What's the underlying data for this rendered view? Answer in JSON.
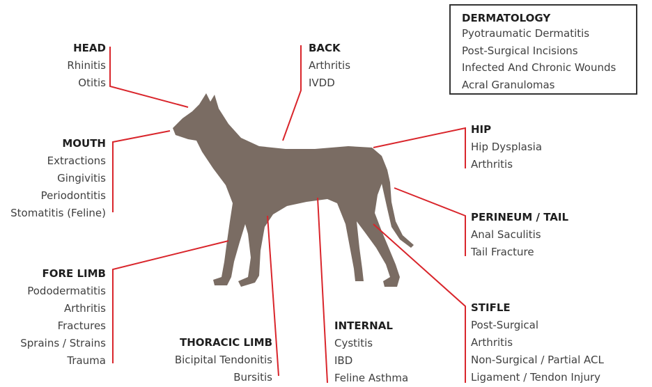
{
  "colors": {
    "dog": "#7a6c63",
    "leader_line": "#d9252b",
    "text": "#3f3f3f",
    "title": "#1e1e1e",
    "box_border": "#333333"
  },
  "groups": {
    "head": {
      "title": "HEAD",
      "items": [
        "Rhinitis",
        "Otitis"
      ]
    },
    "mouth": {
      "title": "MOUTH",
      "items": [
        "Extractions",
        "Gingivitis",
        "Periodontitis",
        "Stomatitis (Feline)"
      ]
    },
    "fore_limb": {
      "title": "FORE LIMB",
      "items": [
        "Pododermatitis",
        "Arthritis",
        "Fractures",
        "Sprains / Strains",
        "Trauma"
      ]
    },
    "thoracic_limb": {
      "title": "THORACIC LIMB",
      "items": [
        "Bicipital Tendonitis",
        "Bursitis"
      ]
    },
    "back": {
      "title": "BACK",
      "items": [
        "Arthritis",
        "IVDD"
      ]
    },
    "internal": {
      "title": "INTERNAL",
      "items": [
        "Cystitis",
        "IBD",
        "Feline Asthma"
      ]
    },
    "hip": {
      "title": "HIP",
      "items": [
        "Hip Dysplasia",
        "Arthritis"
      ]
    },
    "perineum_tail": {
      "title": "PERINEUM / TAIL",
      "items": [
        "Anal Saculitis",
        "Tail Fracture"
      ]
    },
    "stifle": {
      "title": "STIFLE",
      "items": [
        "Post-Surgical",
        "Arthritis",
        "Non-Surgical / Partial ACL",
        "Ligament / Tendon Injury"
      ]
    },
    "dermatology": {
      "title": "DERMATOLOGY",
      "items": [
        "Pyotraumatic Dermatitis",
        "Post-Surgical Incisions",
        "Infected And Chronic Wounds",
        "Acral Granulomas"
      ]
    }
  }
}
